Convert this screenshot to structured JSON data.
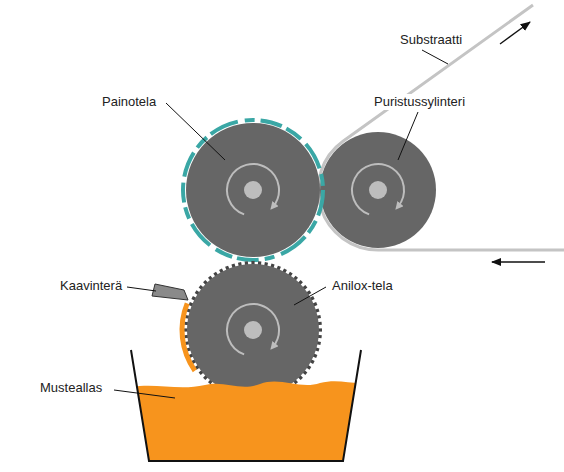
{
  "diagram": {
    "labels": [
      "Substraatti",
      "Painotela",
      "Puristussylinteri",
      "Kaavinterä",
      "Anilox-tela",
      "Musteallas"
    ]
  }
}
